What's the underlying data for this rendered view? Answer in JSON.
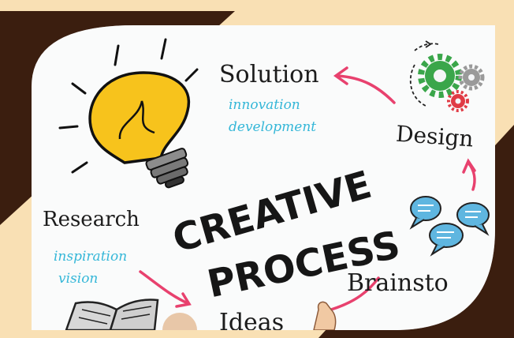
{
  "scene": {
    "title_line1": "CREATIVE",
    "title_line2": "PROCESS",
    "nodes": {
      "solution": "Solution",
      "design": "Design",
      "research": "Research",
      "brainstorm": "Brainsto",
      "ideas": "Ideas"
    },
    "sublabels": {
      "innovation": "innovation",
      "development": "development",
      "inspiration": "inspiration",
      "vision": "vision"
    },
    "colors": {
      "background_cream": "#f9e0b4",
      "frame_brown": "#3b1e0f",
      "arrow_pink": "#e8416e",
      "sublabel_blue": "#35b7d8",
      "bulb_yellow": "#f7c31c",
      "gear_green": "#3aa64a",
      "gear_red": "#e03b45",
      "bubble_blue": "#5fb6e0"
    },
    "icons": [
      "lightbulb-icon",
      "gears-icon",
      "speech-bubbles-icon",
      "open-book-icon",
      "raised-hand-icon"
    ]
  }
}
